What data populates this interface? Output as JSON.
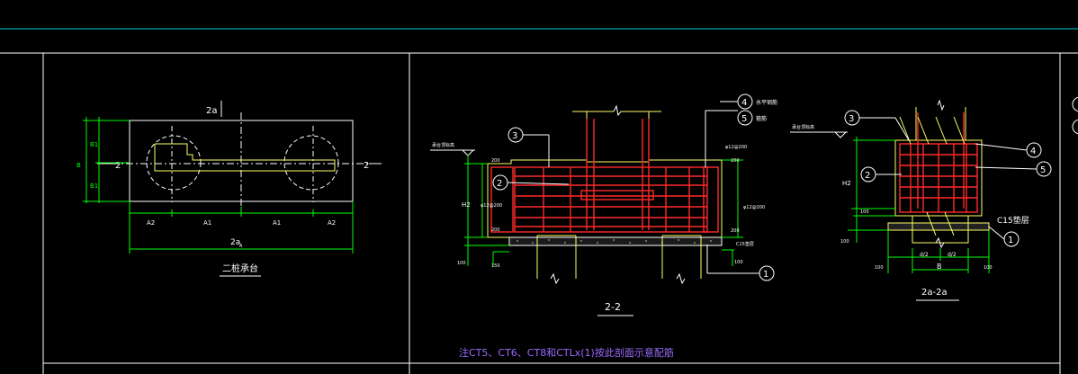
{
  "plan_view": {
    "title": "二桩承台",
    "section_mark": "2a",
    "side_mark_left": "2",
    "side_mark_right": "2",
    "dim_B": "B",
    "dim_B1_top": "B1",
    "dim_B1_bottom": "B1",
    "dim_A2_left": "A2",
    "dim_A1_left": "A1",
    "dim_A1_right": "A1",
    "dim_A2_right": "A2",
    "dim_total": "2a",
    "dim_A": "A"
  },
  "section_2_2": {
    "title": "2-2",
    "callout_1": "1",
    "callout_2": "2",
    "callout_3": "3",
    "callout_4": "4",
    "callout_5": "5",
    "note_4": "水平钢筋",
    "note_5": "箍筋",
    "note_ground": "承台顶标高",
    "note_top_bar": "φ12@200",
    "dim_top_200": "200",
    "dim_mid_200": "200",
    "dim_bottom_200": "200",
    "dim_left_200_top": "200",
    "dim_left_200_bot": "200",
    "dim_h2": "H2",
    "dim_100_left": "100",
    "dim_150": "150",
    "dim_100_right": "100",
    "note_left_side": "φ12@200",
    "note_right_side": "φ12@200",
    "note_cushion": "C15垫层"
  },
  "section_2a_2a": {
    "title": "2a-2a",
    "callout_1": "1",
    "callout_2": "2",
    "callout_3": "3",
    "callout_4": "4",
    "callout_5": "5",
    "note_ground": "承台顶标高",
    "note_cushion": "C15垫层",
    "dim_h2": "H2",
    "dim_100_a": "100",
    "dim_100_b": "100",
    "dim_d2_left": "d/2",
    "dim_d2_right": "d/2",
    "dim_B": "B",
    "dim_100_left": "100",
    "dim_100_right": "100"
  },
  "footer_note": "注CT5、CT6、CT8和CTLx(1)按此剖面示意配筋",
  "colors": {
    "background": "#000000",
    "frame": "#ffffff",
    "cyan_line": "#00cccc",
    "rebar": "#ff2a2a",
    "dimension": "#00ff00",
    "concrete": "#ffff66",
    "centerline": "#ffffff",
    "note_text": "#9b6bff"
  }
}
